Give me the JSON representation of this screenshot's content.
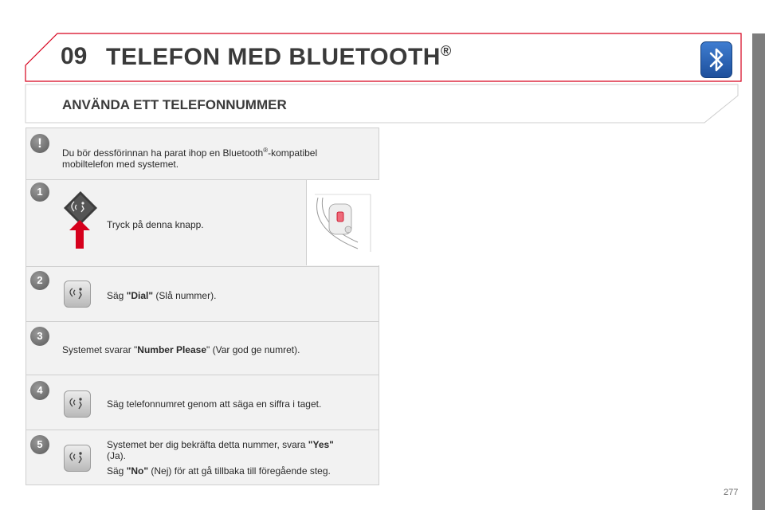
{
  "header": {
    "chapter": "09",
    "title": "TELEFON MED BLUETOOTH",
    "title_mark": "®"
  },
  "section": {
    "title": "ANVÄNDA ETT TELEFONNUMMER"
  },
  "warning": {
    "symbol": "!",
    "text_before": "Du bör dessförinnan ha parat ihop en Bluetooth",
    "text_mark": "®",
    "text_after": "-kompatibel",
    "text_line2": "mobiltelefon med systemet."
  },
  "steps": [
    {
      "number": "1",
      "text": "Tryck på denna knapp."
    },
    {
      "number": "2",
      "pre": "Säg ",
      "bold": "\"Dial\"",
      "post": " (Slå nummer)."
    },
    {
      "number": "3",
      "pre": "Systemet svarar \"",
      "bold": "Number Please",
      "post": "\" (Var god ge numret)."
    },
    {
      "number": "4",
      "text": "Säg telefonnumret genom att säga en siffra i taget."
    },
    {
      "number": "5",
      "line1_pre": "Systemet ber dig bekräfta detta nummer, svara ",
      "line1_bold": "\"Yes\"",
      "line2": "(Ja).",
      "line3_pre": "Säg ",
      "line3_bold": "\"No\"",
      "line3_post": " (Nej) för att gå tillbaka till föregående steg."
    }
  ],
  "page": {
    "number": "277"
  },
  "icons": {
    "bluetooth": "bluetooth-icon",
    "voice": "voice-command-icon",
    "arrow": "red-arrow-up-icon",
    "steering": "steering-wheel-control-icon"
  },
  "colors": {
    "accent_red": "#d6001c",
    "panel_bg": "#f2f2f2",
    "bt_blue": "#2a5fae"
  }
}
